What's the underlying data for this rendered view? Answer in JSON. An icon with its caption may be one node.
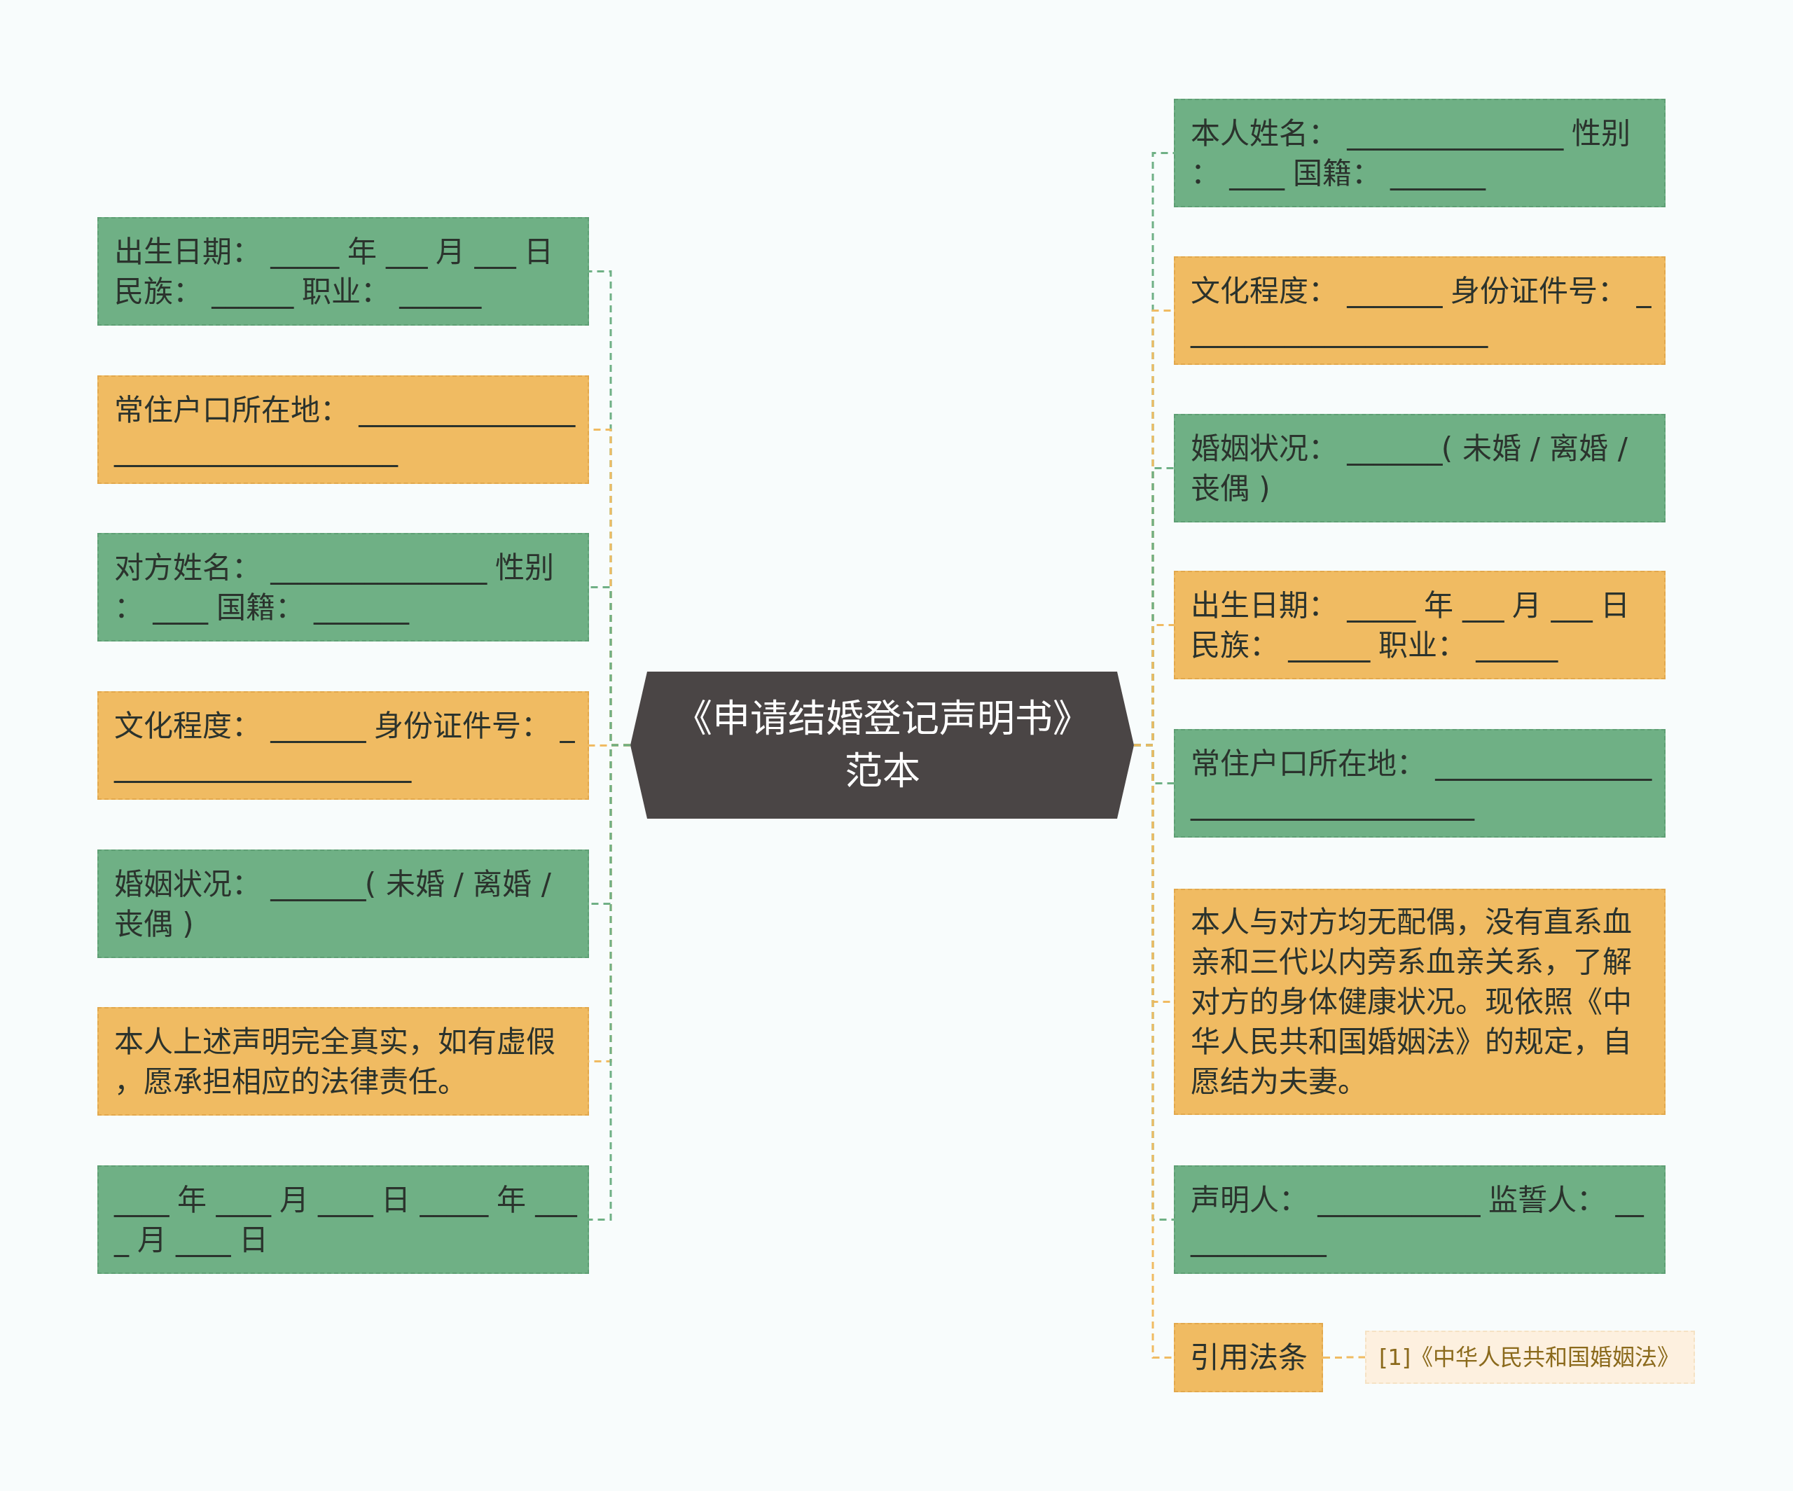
{
  "diagram": {
    "nodes": [
      {
        "text": [
          "《申请结婚登记声明书》范本"
        ]
      },
      {
        "text": [
          "出生日期： _____ 年 ___ 月 ___ 日民族： ______ 职业： ______"
        ]
      },
      {
        "text": [
          "常住户口所在地： _____________________________________"
        ]
      },
      {
        "text": [
          "对方姓名： ________________ 性别： ____ 国籍： _______"
        ]
      },
      {
        "text": [
          "文化程度： _______ 身份证件号： _______________________"
        ]
      },
      {
        "text": [
          "婚姻状况： _______( 未婚 / 离婚 / 丧偶 )"
        ]
      },
      {
        "text": [
          "本人上述声明完全真实，如有虚假，愿承担相应的法律责任。"
        ]
      },
      {
        "text": [
          "____ 年 ____ 月 ____ 日 _____ 年 ____ 月 ____ 日"
        ]
      },
      {
        "text": [
          "本人姓名： ________________ 性别： ____ 国籍： _______"
        ]
      },
      {
        "text": [
          "文化程度： _______ 身份证件号： _______________________"
        ]
      },
      {
        "text": [
          "婚姻状况： _______( 未婚 / 离婚 / 丧偶 )"
        ]
      },
      {
        "text": [
          "出生日期： _____ 年 ___ 月 ___ 日民族： ______ 职业： ______"
        ]
      },
      {
        "text": [
          "常住户口所在地： _____________________________________"
        ]
      },
      {
        "text": [
          "本人与对方均无配偶，没有直系血亲和三代以内旁系血亲关系，了解对方的身体健康状况。现依照《中华人民共和国婚姻法》的规定，自愿结为夫妻。"
        ]
      },
      {
        "text": [
          "声明人： ____________ 监誓人： ____________"
        ]
      },
      {
        "text": [
          "引用法条"
        ]
      },
      {
        "text": [
          "[1]《中华人民共和国婚姻法》"
        ]
      }
    ],
    "edges": [
      {
        "from": 0,
        "to": 1,
        "arrow": "none",
        "style": "dashed",
        "color": "#6fb085"
      },
      {
        "from": 0,
        "to": 2,
        "arrow": "none",
        "style": "dashed",
        "color": "#f0bb62"
      },
      {
        "from": 0,
        "to": 3,
        "arrow": "none",
        "style": "dashed",
        "color": "#6fb085"
      },
      {
        "from": 0,
        "to": 4,
        "arrow": "none",
        "style": "dashed",
        "color": "#f0bb62"
      },
      {
        "from": 0,
        "to": 5,
        "arrow": "none",
        "style": "dashed",
        "color": "#6fb085"
      },
      {
        "from": 0,
        "to": 6,
        "arrow": "none",
        "style": "dashed",
        "color": "#f0bb62"
      },
      {
        "from": 0,
        "to": 7,
        "arrow": "none",
        "style": "dashed",
        "color": "#6fb085"
      },
      {
        "from": 0,
        "to": 8,
        "arrow": "none",
        "style": "dashed",
        "color": "#6fb085"
      },
      {
        "from": 0,
        "to": 9,
        "arrow": "none",
        "style": "dashed",
        "color": "#f0bb62"
      },
      {
        "from": 0,
        "to": 10,
        "arrow": "none",
        "style": "dashed",
        "color": "#6fb085"
      },
      {
        "from": 0,
        "to": 11,
        "arrow": "none",
        "style": "dashed",
        "color": "#f0bb62"
      },
      {
        "from": 0,
        "to": 12,
        "arrow": "none",
        "style": "dashed",
        "color": "#6fb085"
      },
      {
        "from": 0,
        "to": 13,
        "arrow": "none",
        "style": "dashed",
        "color": "#f0bb62"
      },
      {
        "from": 0,
        "to": 14,
        "arrow": "none",
        "style": "dashed",
        "color": "#6fb085"
      },
      {
        "from": 0,
        "to": 15,
        "arrow": "none",
        "style": "dashed",
        "color": "#f0bb62"
      },
      {
        "from": 15,
        "to": 16,
        "arrow": "none",
        "style": "dashed",
        "color": "#f0bb62"
      }
    ]
  }
}
